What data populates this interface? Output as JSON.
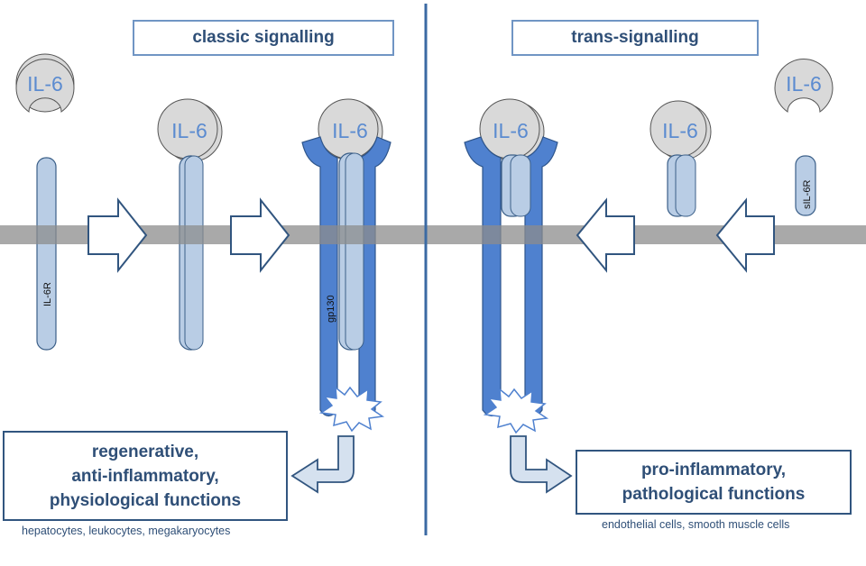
{
  "classic": {
    "heading": "classic signalling",
    "outcome_lines": [
      "regenerative,",
      "anti-inflammatory,",
      "physiological functions"
    ],
    "cell_types": "hepatocytes, leukocytes, megakaryocytes"
  },
  "trans": {
    "heading": "trans-signalling",
    "outcome_lines": [
      "pro-inflammatory,",
      "pathological functions"
    ],
    "cell_types": "endothelial cells, smooth muscle cells"
  },
  "labels": {
    "il6": "IL-6",
    "il6r": "IL-6R",
    "gp130": "gp130",
    "sil6r": "sIL-6R"
  },
  "colors": {
    "membrane": "#a6a6a6",
    "ligand": "#d9d9d9",
    "ligand_text": "#5b8bd0",
    "receptor": "#b9cde5",
    "gp130": "#4f81cf",
    "outline": "#3b5f88",
    "divider": "#3b6aa3"
  }
}
